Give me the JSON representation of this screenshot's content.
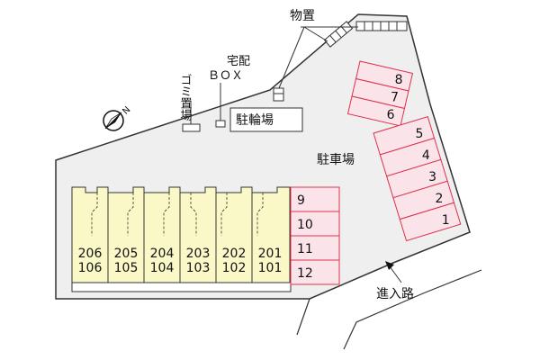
{
  "labels": {
    "storage": "物置",
    "garbage": "ゴミ置場",
    "delivery_line1": "宅配",
    "delivery_line2": "ＢＯＸ",
    "bicycle": "駐輪場",
    "parking": "駐車場",
    "entrance": "進入路",
    "compass": "N"
  },
  "units": [
    {
      "upper": "206",
      "lower": "106"
    },
    {
      "upper": "205",
      "lower": "105"
    },
    {
      "upper": "204",
      "lower": "104"
    },
    {
      "upper": "203",
      "lower": "103"
    },
    {
      "upper": "202",
      "lower": "102"
    },
    {
      "upper": "201",
      "lower": "101"
    }
  ],
  "parking_right": [
    "8",
    "7",
    "6",
    "5",
    "4",
    "3",
    "2",
    "1"
  ],
  "parking_left": [
    "9",
    "10",
    "11",
    "12"
  ],
  "colors": {
    "site_fill": "#efefef",
    "building_fill": "#fbf8c8",
    "parking_fill": "#fbe3ea",
    "parking_stroke": "#e0304a",
    "outline": "#333333"
  }
}
